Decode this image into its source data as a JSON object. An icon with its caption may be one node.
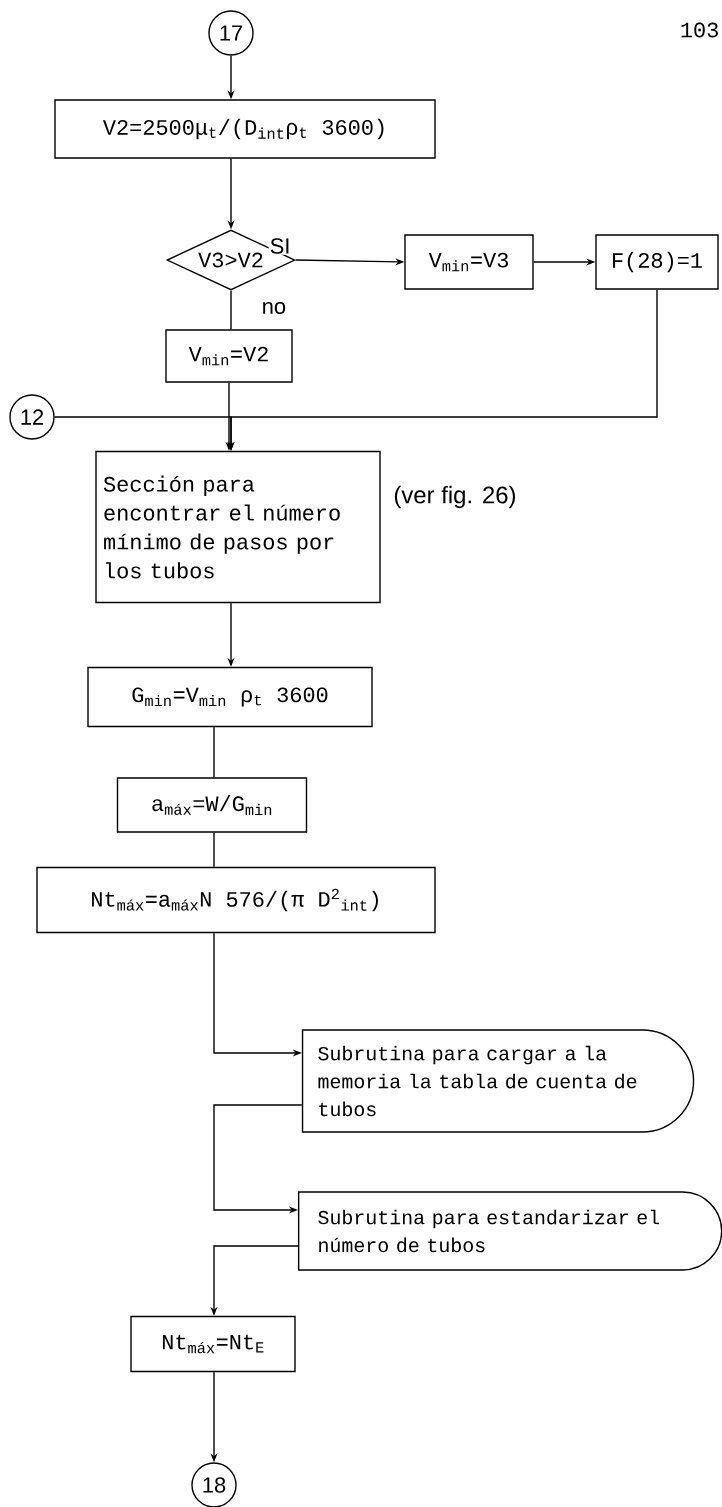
{
  "diagram": {
    "nodes": [
      {
        "text": [
          "17"
        ]
      },
      {
        "text": [
          "V2=2500μ$_{t}$/(D$_{int}$ρ$_{t}$ 3600)"
        ]
      },
      {
        "text": [
          "V3>V2"
        ]
      },
      {
        "text": [
          "V$_{min}$=V3"
        ]
      },
      {
        "text": [
          "F(28)=1"
        ]
      },
      {
        "text": [
          "V$_{min}$=V2"
        ]
      },
      {
        "text": [
          "12"
        ]
      },
      {
        "text": [
          "Sección para encontrar el número mínimo de pasos por los tubos"
        ],
        "beside": [
          "(ver fig. 26)"
        ]
      },
      {
        "text": [
          "G$_{min}$=V$_{min}$ ρ$_{t}$ 3600"
        ]
      },
      {
        "text": [
          "a$_{máx}$=W/G$_{min}$"
        ]
      },
      {
        "text": [
          "Nt$_{máx}$=a$_{máx}$N 576/(π D$^{2}$$_{int}$)"
        ]
      },
      {
        "text": [
          "Subrutina para cargar a la memoria la tabla de cuenta de tubos"
        ]
      },
      {
        "text": [
          "Subrutina para estandarizar el número de tubos"
        ]
      },
      {
        "text": [
          "Nt$_{máx}$=Nt$_{E}$"
        ]
      },
      {
        "text": [
          "18"
        ]
      }
    ],
    "edges": [
      {
        "from": 0,
        "to": 1,
        "arrow": "to"
      },
      {
        "from": 1,
        "to": 2,
        "arrow": "to"
      },
      {
        "from": 2,
        "to": 3,
        "arrow": "to",
        "label": "SI"
      },
      {
        "from": 3,
        "to": 4,
        "arrow": "to"
      },
      {
        "from": 2,
        "to": 5,
        "arrow": "none",
        "label": "no"
      },
      {
        "from": 5,
        "to": 7,
        "arrow": "to"
      },
      {
        "from": 6,
        "to": 7,
        "arrow": "to"
      },
      {
        "from": 4,
        "to": 7,
        "arrow": "to"
      },
      {
        "from": 7,
        "to": 8,
        "arrow": "to"
      },
      {
        "from": 8,
        "to": 9,
        "arrow": "none"
      },
      {
        "from": 9,
        "to": 10,
        "arrow": "none"
      },
      {
        "from": 10,
        "to": 11,
        "arrow": "to"
      },
      {
        "from": 11,
        "to": 12,
        "arrow": "to"
      },
      {
        "from": 12,
        "to": 13,
        "arrow": "to"
      },
      {
        "from": 13,
        "to": 14,
        "arrow": "to"
      }
    ],
    "labels": [
      "103"
    ]
  }
}
